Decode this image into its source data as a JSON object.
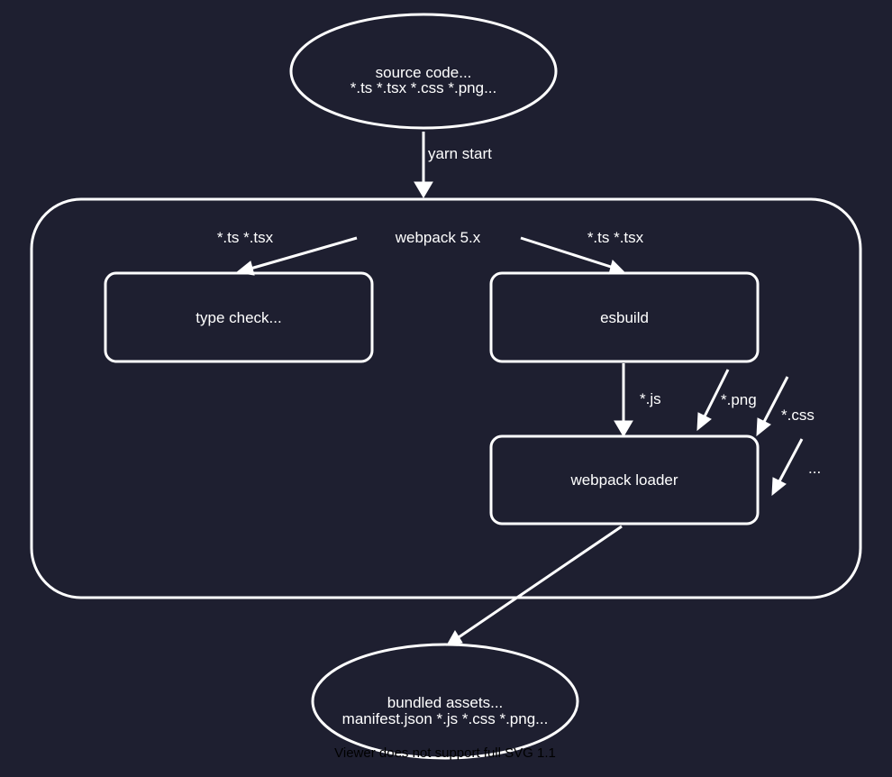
{
  "colors": {
    "background": "#1e1f30",
    "stroke": "#ffffff",
    "text": "#ffffff",
    "footer_text": "#000000"
  },
  "nodes": {
    "source": {
      "line1": "source code...",
      "line2": "*.ts *.tsx *.css *.png..."
    },
    "container": {
      "label": "webpack 5.x"
    },
    "type_check": {
      "label": "type check..."
    },
    "esbuild": {
      "label": "esbuild"
    },
    "loader": {
      "label": "webpack loader"
    },
    "bundled": {
      "line1": "bundled assets...",
      "line2": "manifest.json *.js *.css *.png..."
    }
  },
  "edges": {
    "start": {
      "label": "yarn start"
    },
    "to_type_check": {
      "label": "*.ts *.tsx"
    },
    "to_esbuild": {
      "label": "*.ts *.tsx"
    },
    "js": {
      "label": "*.js"
    },
    "png": {
      "label": "*.png"
    },
    "css": {
      "label": "*.css"
    },
    "more": {
      "label": "..."
    }
  },
  "footer": {
    "text": "Viewer does not support full SVG 1.1"
  }
}
